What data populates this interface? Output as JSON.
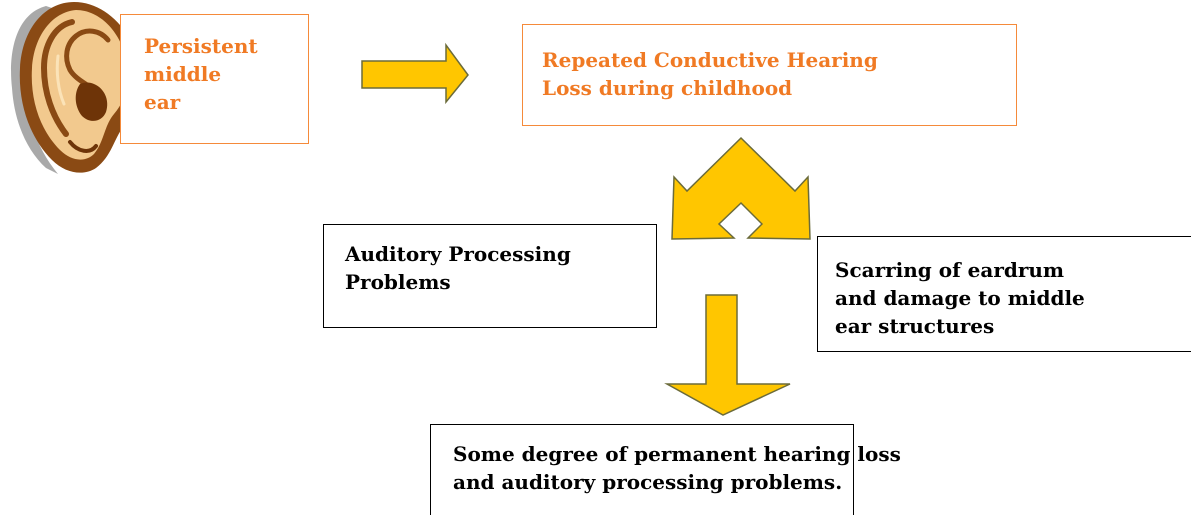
{
  "colors": {
    "orange_text": "#F07A24",
    "orange_border": "#F58A3A",
    "arrow_fill": "#FFC600",
    "arrow_stroke": "#6B6B3A",
    "box_border": "#000000"
  },
  "icons": {
    "ear": "ear-icon"
  },
  "nodes": {
    "persistent": {
      "text": "Persistent\nmiddle\near"
    },
    "repeated": {
      "text": "Repeated Conductive Hearing\nLoss during childhood"
    },
    "auditory": {
      "text": "Auditory Processing\nProblems"
    },
    "scarring": {
      "text": "Scarring of eardrum\nand damage to middle\near structures"
    },
    "permanent": {
      "text": "Some degree of permanent hearing loss\nand auditory processing problems."
    }
  }
}
